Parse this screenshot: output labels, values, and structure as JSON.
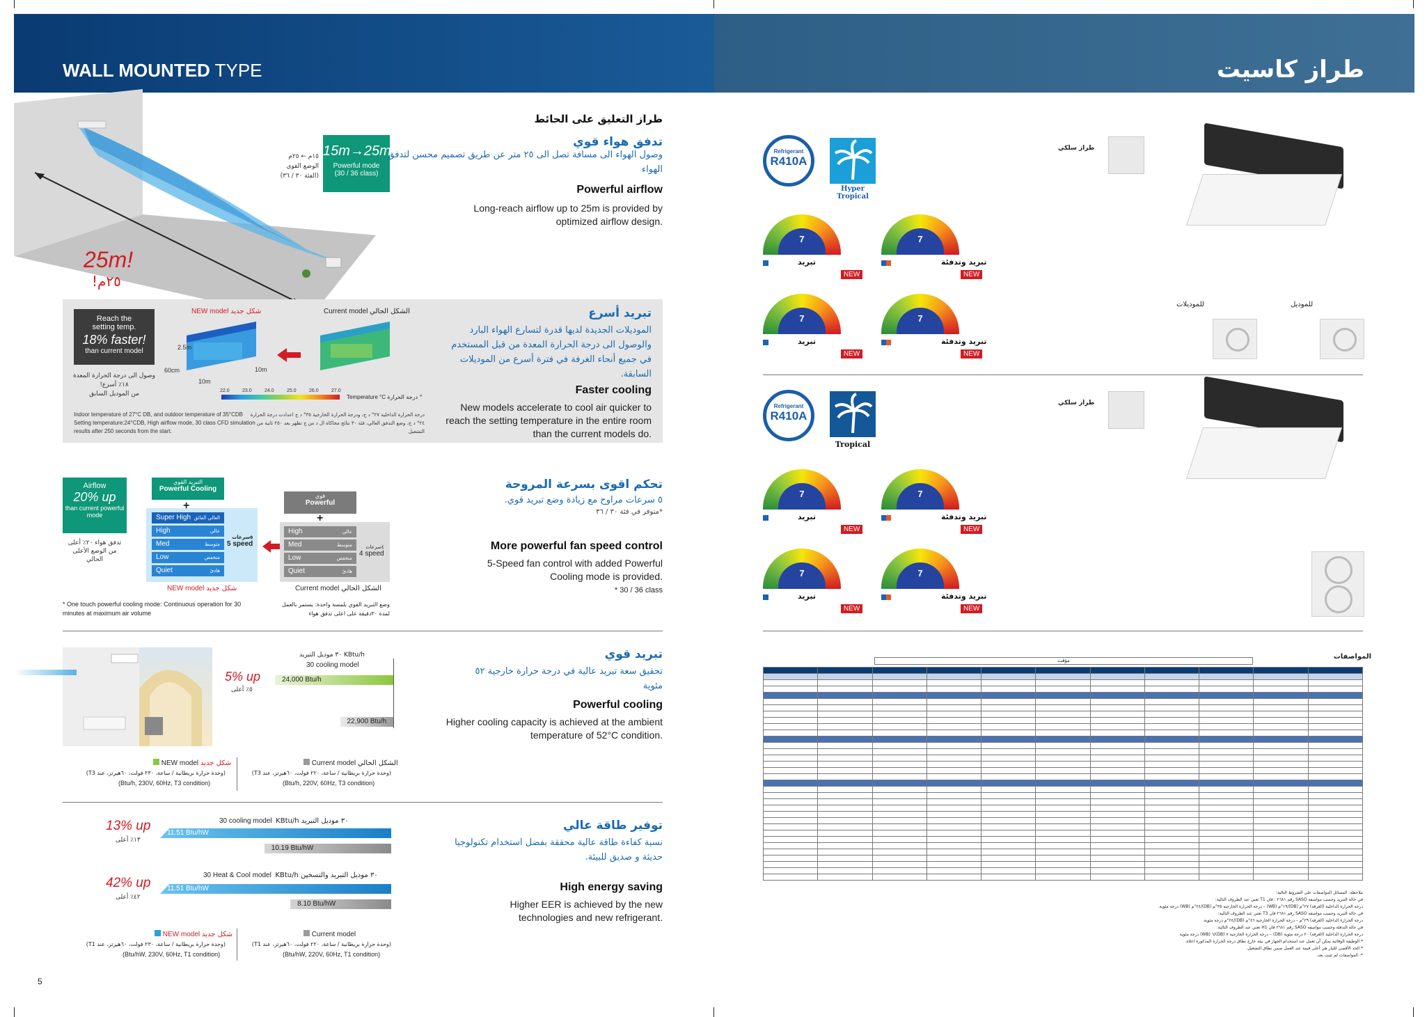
{
  "header": {
    "left_title_bold": "WALL MOUNTED",
    "left_title_rest": " TYPE",
    "right_title": "طراز كاسيت"
  },
  "page_number": "5",
  "wall_section_title": "طراز التعليق على الحائط",
  "airflow": {
    "ar_title": "تدفق هواء قوي",
    "ar_body": "وصول الهواء الى مسافة تصل الى ٢٥ متر عن طريق تصميم محسن لتدفق الهواء",
    "en_title": "Powerful airflow",
    "en_body": "Long-reach airflow up to 25m is provided by optimized airflow design.",
    "range": "15m→25m",
    "mode": "Powerful mode",
    "class": "(30 / 36 class)",
    "ar_range": "١٥م ← ٢٥م",
    "ar_mode": "الوضع القوي",
    "ar_class": "(الفئة ٣٠ / ٣٦)",
    "distance": "25m!",
    "distance_ar": "٢٥م!"
  },
  "faster_cooling": {
    "ar_title": "تبريد أسرع",
    "ar_body": "الموديلات الجديدة لديها قدرة لتسارع الهواء البارد والوصول الى درجة الحرارة المعدة من قبل المستخدم في جميع أنحاء الغرفة في فترة أسرع من الموديلات السابقة.",
    "en_title": "Faster cooling",
    "en_body": "New models accelerate to cool air quicker to reach the setting temperature in the entire room than the current models do.",
    "box_line1": "Reach the",
    "box_line2": "setting temp.",
    "box_pct": "18% faster!",
    "box_line3": "than current model",
    "ar_note1": "وصول الى درجة الحرارة المعدة",
    "ar_note2": "١٨٪ أسرع!",
    "ar_note3": "من الموديل السابق",
    "new_model": "NEW model",
    "new_model_ar": "شكل جديد",
    "current_model": "Current model",
    "current_model_ar": "الشكل الحالي",
    "dim1": "2.5m",
    "dim2": "60cm",
    "dim3": "10m",
    "dim4": "10m",
    "scale": [
      "22.0",
      "23.0",
      "24.0",
      "25.0",
      "26.0",
      "27.0"
    ],
    "scale_label": "Temperature °C",
    "scale_label_ar": "درجة الحرارة °",
    "cond_en": "Indoor temperature of 27°C DB, and outdoor temperature of 35°CDB Setting temperature:24°CDB, High airflow mode, 30 class CFD simulation results after 250 seconds from the start.",
    "cond_ar": "درجة الحرارة الداخلية ٢٧° د ج، ودرجة الحرارة الخارجية ٣٥° د ج اعدادت درجة الحرارة ٢٤° د ج، وضع التدفق العالي، فئة ٣٠ نتائج محاكاة ال د س ج تظهر بعد ٢٥٠ ثانية من التشغيل"
  },
  "fan_control": {
    "ar_title": "تحكم اقوى بسرعة المروحة",
    "ar_body": "٥ سرعات مراوح مع زيادة وضع تبريد قوي.",
    "ar_note": "*متوفر في فئة ٣٠ / ٣٦",
    "en_title": "More powerful fan speed control",
    "en_body": "5-Speed fan control with added Powerful Cooling mode is provided.",
    "en_note": "* 30 / 36 class",
    "airflow_label": "Airflow",
    "airflow_pct": "20% up",
    "airflow_sub": "than current powerful mode",
    "airflow_ar": "تدفق هواء ٢٠٪ أعلى من الوضع الأعلى الحالي",
    "pc_ar": "التبريد القوي",
    "pc_en": "Powerful Cooling",
    "powerful_ar": "قوي",
    "powerful_en": "Powerful",
    "new_speeds": [
      {
        "en": "Super High",
        "ar": "العالي الفائق"
      },
      {
        "en": "High",
        "ar": "عالي"
      },
      {
        "en": "Med",
        "ar": "متوسط"
      },
      {
        "en": "Low",
        "ar": "منخفض"
      },
      {
        "en": "Quiet",
        "ar": "هادئ"
      }
    ],
    "cur_speeds": [
      {
        "en": "High",
        "ar": "عالي"
      },
      {
        "en": "Med",
        "ar": "متوسط"
      },
      {
        "en": "Low",
        "ar": "منخفض"
      },
      {
        "en": "Quiet",
        "ar": "هادئ"
      }
    ],
    "speed5": "5 speed",
    "speed5_ar": "٥سرعات",
    "speed4": "4 speed",
    "speed4_ar": "٤سرعات",
    "new_model": "NEW model",
    "new_model_ar": "شكل جديد",
    "current_model": "Current model",
    "current_model_ar": "الشكل الحالي",
    "footnote_en": "* One touch powerful cooling mode: Continuous operation for 30 minutes at maximum air volume",
    "footnote_ar": "وضع التبريد القوي بلمسة واحدة: يستمر بالعمل لمدة ٣٠دقيقة على اعلى تدفق هواء"
  },
  "powerful_cooling": {
    "ar_title": "تبريد قوي",
    "ar_body": "تحقيق سعة تبريد عالية في درجة حرارة خارجية ٥٢ مئوية",
    "en_title": "Powerful cooling",
    "en_body": "Higher cooling capacity is achieved at the ambient temperature of 52°C condition.",
    "model_label": "KBtu/h ٣٠ موديل التبريد",
    "model_label2": "30 cooling model",
    "pct": "5% up",
    "pct_ar": "٥٪ أعلى",
    "new_val": "24,000 Btu/h",
    "cur_val": "22,900 Btu/h",
    "new_legend": "NEW model",
    "new_legend_ar": "شكل جديد",
    "cur_legend": "Current model",
    "cur_legend_ar": "الشكل الحالي",
    "unit_ar": "(وحدة حرارة بريطانية / ساعة، ٢٣٠ فولت، ٦٠هيرتز، عند T3)",
    "unit_ar_cur": "(وحدة حرارة بريطانية / ساعة، ٢٢٠ فولت، ٦٠هيرتز، عند T3)",
    "unit_new": "(Btu/h, 230V, 60Hz, T3 condition)",
    "unit_cur": "(Btu/h, 220V, 60Hz, T3 condition)"
  },
  "energy": {
    "ar_title": "توفير طاقة عالي",
    "ar_body": "نسبة كفاءة طاقة عالية محققة بفضل استخدام تكنولوجيا حديثة و صديق للبيئة.",
    "en_title": "High energy saving",
    "en_body": "Higher EER is achieved by the new technologies and new refrigerant.",
    "m1_label": "30 cooling model",
    "m1_label_ar": "KBtu/h ٣٠ موديل التبريد",
    "m1_pct": "13% up",
    "m1_pct_ar": "١٣٪ أعلى",
    "m1_new": "11.51 Btu/hW",
    "m1_cur": "10.19 Btu/hW",
    "m2_label": "30 Heat & Cool model",
    "m2_label_ar": "KBtu/h ٣٠ موديل التبريد والتسخين",
    "m2_pct": "42% up",
    "m2_pct_ar": "٤٢٪ أعلى",
    "m2_new": "11.51 Btu/hW",
    "m2_cur": "8.10 Btu/hW",
    "new_legend": "NEW model",
    "new_legend_ar": "شكل جديد",
    "cur_legend": "Current model",
    "unit_ar": "(وحدة حرارة بريطانية / ساعة، ٢٣٠ فولت، ٦٠هيرتز، عند T1)",
    "unit_ar_cur": "(وحدة حرارة بريطانية / ساعة، ٢٢٠ فولت، ٦٠هيرتز، عند T1)",
    "unit_new": "(Btu/hW, 230V, 60Hz, T1 condition)",
    "unit_cur": "(Btu/hW, 220V, 60Hz, T1 condition)"
  },
  "cassette": {
    "refrigerant": "Refrigerant",
    "r410a": "R410A",
    "hyper_tropical": "Hyper Tropical",
    "tropical": "Tropical",
    "remote_label": "طراز سلكي",
    "model_a": "للموديلات",
    "model_b": "للموديل",
    "gauge_value": "7",
    "cool": "تبريد",
    "heat_cool": "تبريد وتدفئة",
    "new_tag": "NEW"
  },
  "specs": {
    "title": "المواصفات",
    "header_model": "مؤقت",
    "notes": [
      "ملاحظة: المسائل المواصفات على الشروط التالية:",
      "في حالة التبريد وحسب مواصفة SASO رقم ٢٦٨١ : فان T1 تعني عند الظروف التالية:",
      "درجة الحرارة الداخلية (الغرفة) ٢٧°م (DB)/١٩°م (WB) – درجة الحرارة الخارجية ٣٥°م (DB)/٢٤°م (WB) درجة مئوية.",
      "في حالة التبريد وحسب مواصفة SASO رقم ٢٦٨١ فان T3 تعني عند الظروف التالية:",
      "درجة الحرارة الداخلية (الغرفة) ٢٩°م – درجة الحرارة الخارجية ٤٦°م (DB)/٢٤°م درجة مئوية.",
      "في حالة التدفئة وحسب مواصفة SASO رقم ٢٦٨١ فان H1 تعني عند الظروف التالية:",
      "درجة الحرارة الداخلية (الغرفة) ٢٠ درجة مئوية (DB) – درجة الحرارة الخارجية ٧ (DB)/٦ (WB) درجة مئوية",
      "* الوظيفة الوقائية يمكن أن تعمل عند استخدام الجهاز في بيئة خارج نطاق درجة الحرارة المذكورة اعلاه.",
      "* الحد الأقصى للتيار هي أعلى قيمة عند العمل ضمن نطاق التشغيل.",
      "*: المواصفات لم تثبت بعد."
    ]
  }
}
